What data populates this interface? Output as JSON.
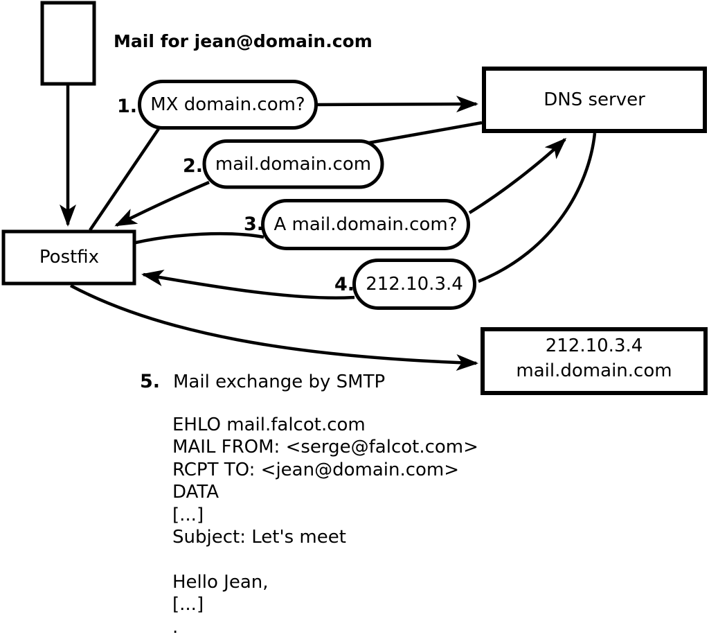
{
  "diagram": {
    "background": "#ffffff",
    "ink": "#000000",
    "mail_label": "Mail for jean@domain.com",
    "nodes": {
      "sender": {
        "icon": "envelope-rect"
      },
      "postfix": {
        "label": "Postfix"
      },
      "dns": {
        "label": "DNS server"
      },
      "mail_server": {
        "line1": "212.10.3.4",
        "line2": "mail.domain.com"
      }
    },
    "steps": [
      {
        "num": "1.",
        "label": "MX domain.com?"
      },
      {
        "num": "2.",
        "label": "mail.domain.com"
      },
      {
        "num": "3.",
        "label": "A mail.domain.com?"
      },
      {
        "num": "4.",
        "label": "212.10.3.4"
      },
      {
        "num": "5.",
        "label": "Mail exchange by SMTP"
      }
    ],
    "smtp_session": [
      "EHLO mail.falcot.com",
      "MAIL FROM: <serge@falcot.com>",
      "RCPT TO: <jean@domain.com>",
      "DATA",
      "[...]",
      "Subject: Let's meet",
      "",
      "Hello Jean,",
      "[...]",
      "."
    ]
  }
}
